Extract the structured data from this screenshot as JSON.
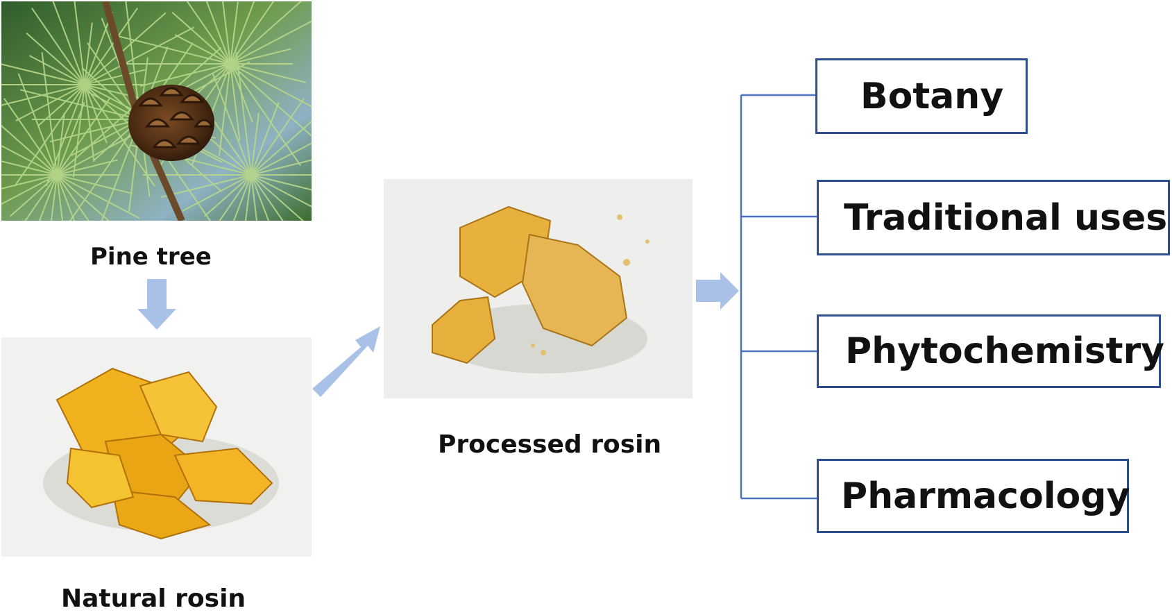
{
  "images": {
    "pine_tree": {
      "caption": "Pine tree"
    },
    "natural_rosin": {
      "caption": "Natural rosin"
    },
    "processed_rosin": {
      "caption": "Processed rosin"
    }
  },
  "topics": [
    "Botany",
    "Traditional uses",
    "Phytochemistry",
    "Pharmacology"
  ],
  "colors": {
    "arrow": "#a9c1e6",
    "connector": "#4a72c0",
    "box_border": "#2e4f8f",
    "rosin_natural": "#e9a513",
    "rosin_processed": "#e2b34d",
    "pine_green": "#4f8f3a"
  }
}
